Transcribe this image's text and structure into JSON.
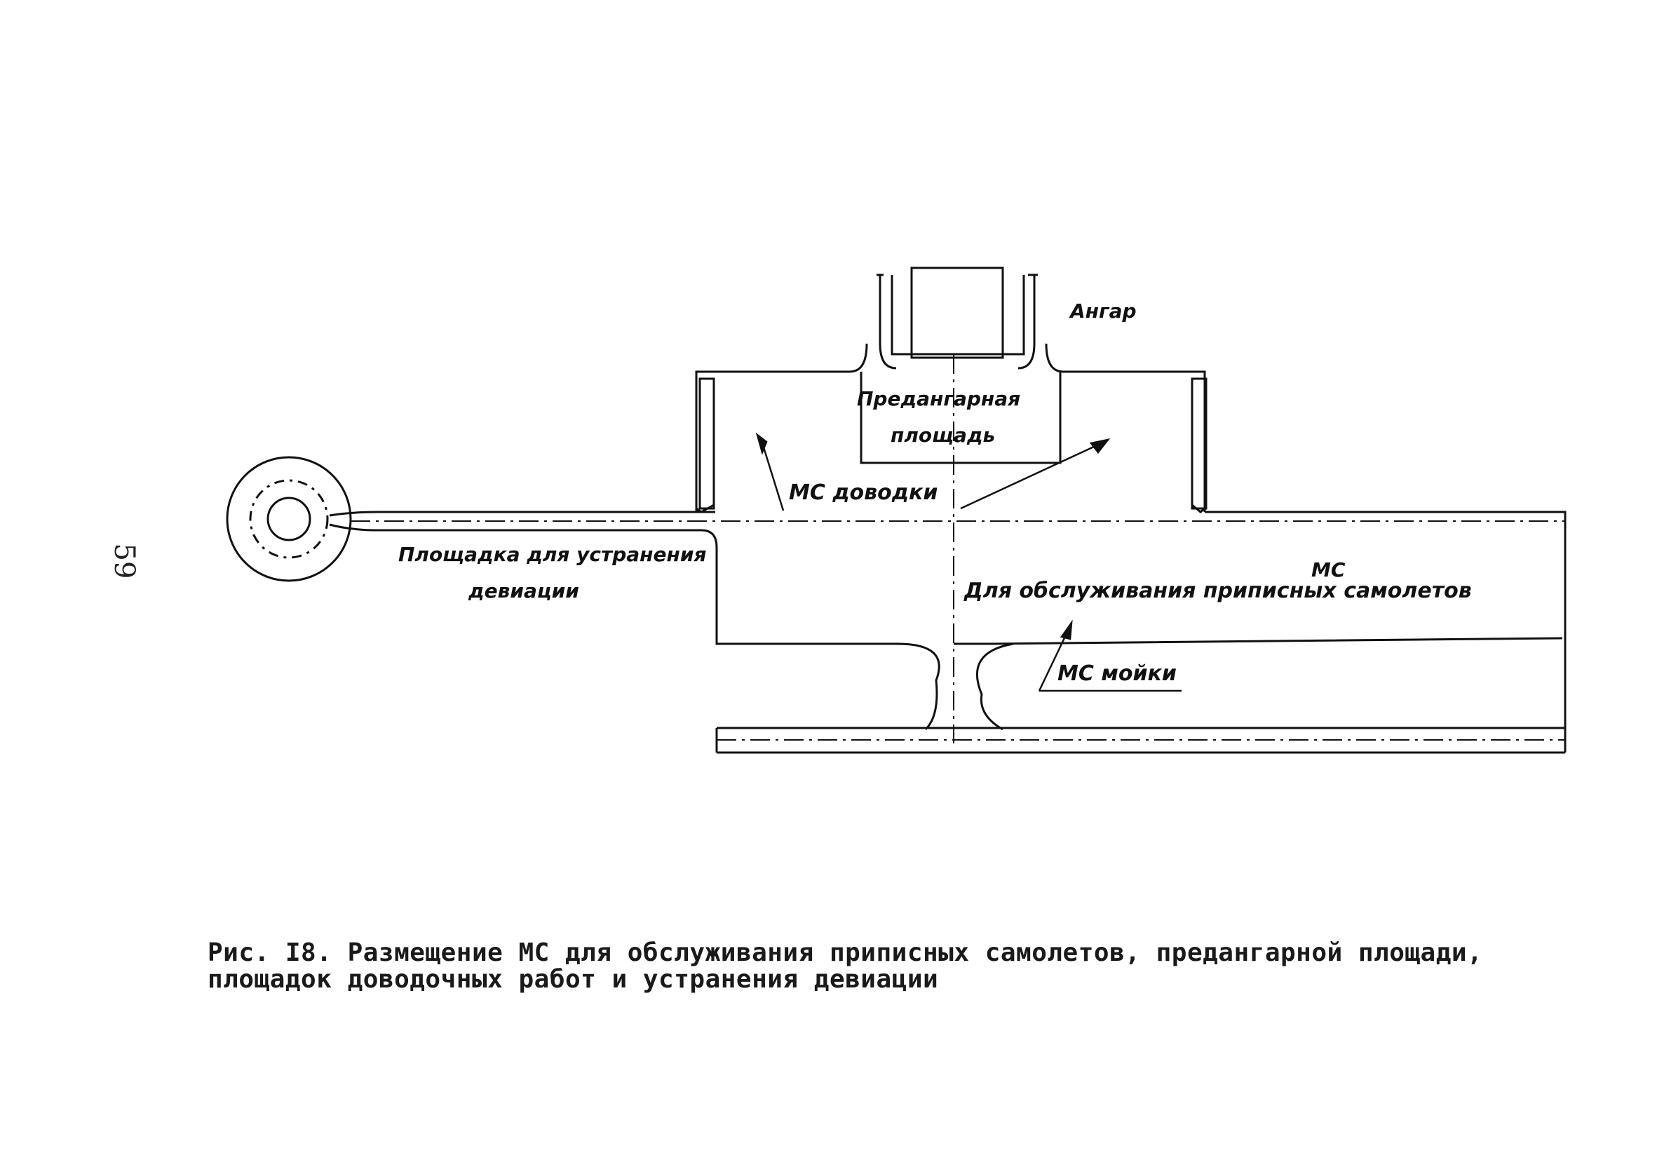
{
  "page_number": "59",
  "labels": {
    "hangar": "Ангар",
    "prehangar_line1": "Предангарная",
    "prehangar_line2": "площадь",
    "finishing": "МС доводки",
    "deviation_line1": "Площадка для устранения",
    "deviation_line2": "девиации",
    "ms_assigned_line1": "МС",
    "ms_assigned_line2": "Для обслуживания приписных самолетов",
    "washing": "МС мойки"
  },
  "caption": {
    "line1": "Рис. I8. Размещение МС  для обслуживания приписных самолетов, предангарной площади,",
    "line2": "площадок доводочных работ и устранения девиации"
  }
}
